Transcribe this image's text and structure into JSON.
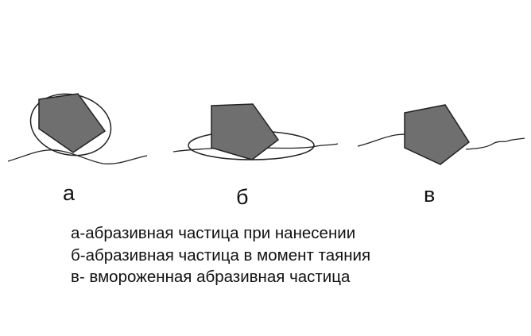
{
  "panels": [
    {
      "id": "a",
      "label": "а"
    },
    {
      "id": "b",
      "label": "б"
    },
    {
      "id": "c",
      "label": "в"
    }
  ],
  "legend": [
    "а-абразивная частица  при нанесении",
    "б-абразивная частица в момент таяния",
    "в- вмороженная абразивная частица"
  ],
  "colors": {
    "particle_fill": "#6f6f6f",
    "stroke": "#222222",
    "background": "#ffffff"
  }
}
